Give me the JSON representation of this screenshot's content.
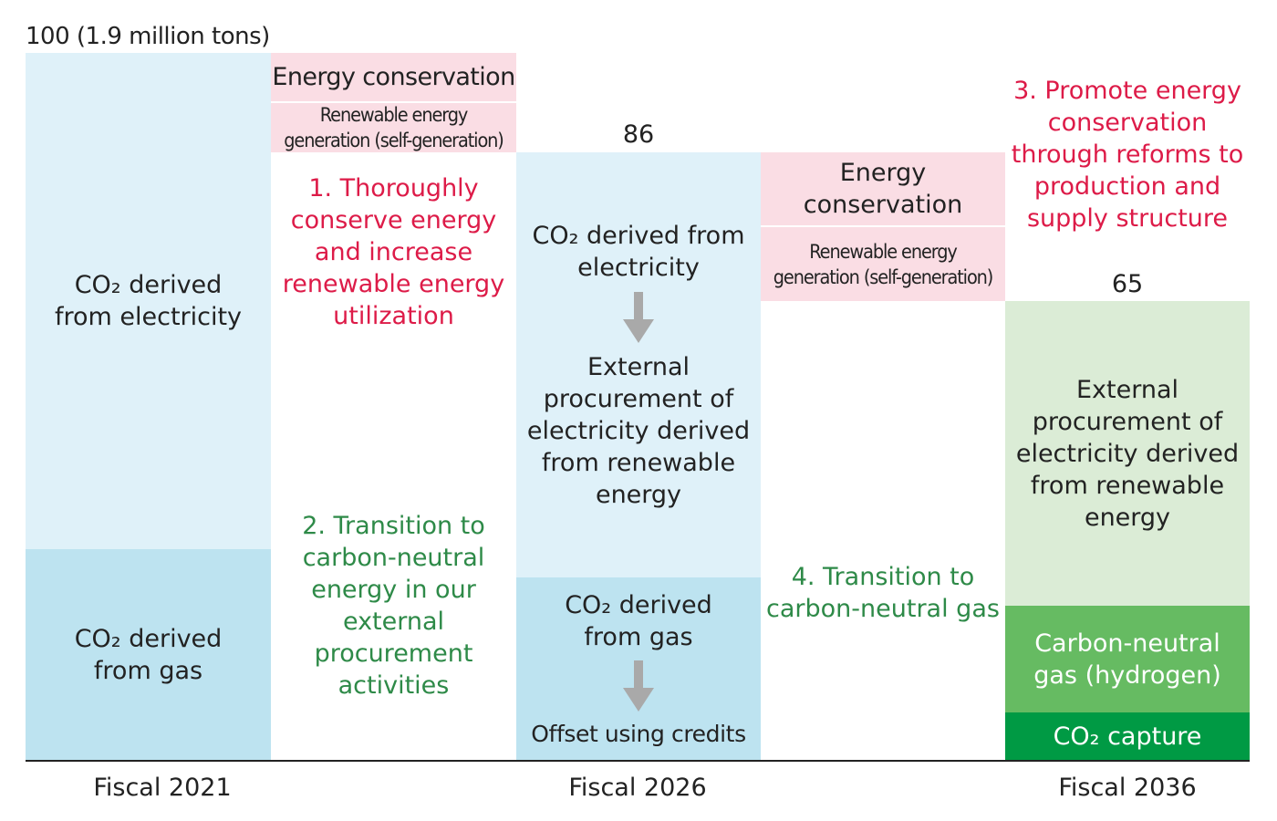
{
  "chart_data": {
    "type": "bar",
    "top_label": "100 (1.9 million tons)",
    "x_labels": [
      "Fiscal 2021",
      "Fiscal 2026",
      "Fiscal 2036"
    ],
    "bars": [
      {
        "category": "Fiscal 2021",
        "total": 100,
        "segments": [
          {
            "name": "CO₂ derived from electricity",
            "value": 70
          },
          {
            "name": "CO₂ derived from gas",
            "value": 30
          }
        ]
      },
      {
        "category": "Fiscal 2026",
        "total_label": "86",
        "total": 86,
        "segments": [
          {
            "name": "CO₂ derived from electricity",
            "value": 60,
            "arrow_to": "External procurement of electricity derived from renewable energy"
          },
          {
            "name": "CO₂ derived from gas",
            "value": 26,
            "arrow_to": "Offset using credits"
          }
        ]
      },
      {
        "category": "Fiscal 2036",
        "total_label": "65",
        "total": 65,
        "segments": [
          {
            "name": "External procurement of electricity derived from renewable energy",
            "value": 43
          },
          {
            "name": "Carbon-neutral gas (hydrogen)",
            "value": 15
          },
          {
            "name": "CO₂ capture",
            "value": 7
          }
        ]
      }
    ],
    "reductions": [
      {
        "from": "Fiscal 2021",
        "to": "Fiscal 2026",
        "items": [
          {
            "name": "Energy conservation"
          },
          {
            "name": "Renewable energy generation (self-generation)"
          }
        ]
      },
      {
        "from": "Fiscal 2026",
        "to": "Fiscal 2036",
        "items": [
          {
            "name": "Energy conservation"
          },
          {
            "name": "Renewable energy generation (self-generation)"
          }
        ]
      }
    ]
  },
  "labels": {
    "total_2021": "100 (1.9 million tons)",
    "total_2026": "86",
    "total_2036": "65",
    "co2_electricity": "CO₂ derived from electricity",
    "co2_gas": "CO₂ derived from gas",
    "energy_conservation": "Energy conservation",
    "renewable_self_gen": "Renewable energy generation (self-generation)",
    "external_procurement": "External procurement of electricity derived from renewable energy",
    "offset_credits": "Offset using credits",
    "carbon_neutral_hydrogen": "Carbon-neutral gas (hydrogen)",
    "co2_capture": "CO₂ capture"
  },
  "measures": {
    "m1": "1. Thoroughly conserve energy and increase renewable energy utilization",
    "m2": "2. Transition to carbon-neutral energy in our external procurement activities",
    "m3": "3. Promote energy conservation through reforms to production and supply structure",
    "m4": "4. Transition to carbon-neutral gas"
  },
  "x_labels": {
    "fy2021": "Fiscal 2021",
    "fy2026": "Fiscal 2026",
    "fy2036": "Fiscal 2036"
  },
  "colors": {
    "electricity": "#dff1f9",
    "gas": "#bde3f0",
    "reduction": "#fadde4",
    "renewable_procurement": "#dbecd6",
    "hydrogen": "#66bb62",
    "capture": "#009a44",
    "measure_red": "#dd1b48",
    "measure_green": "#2e8a48",
    "arrow": "#a9a9a9"
  }
}
